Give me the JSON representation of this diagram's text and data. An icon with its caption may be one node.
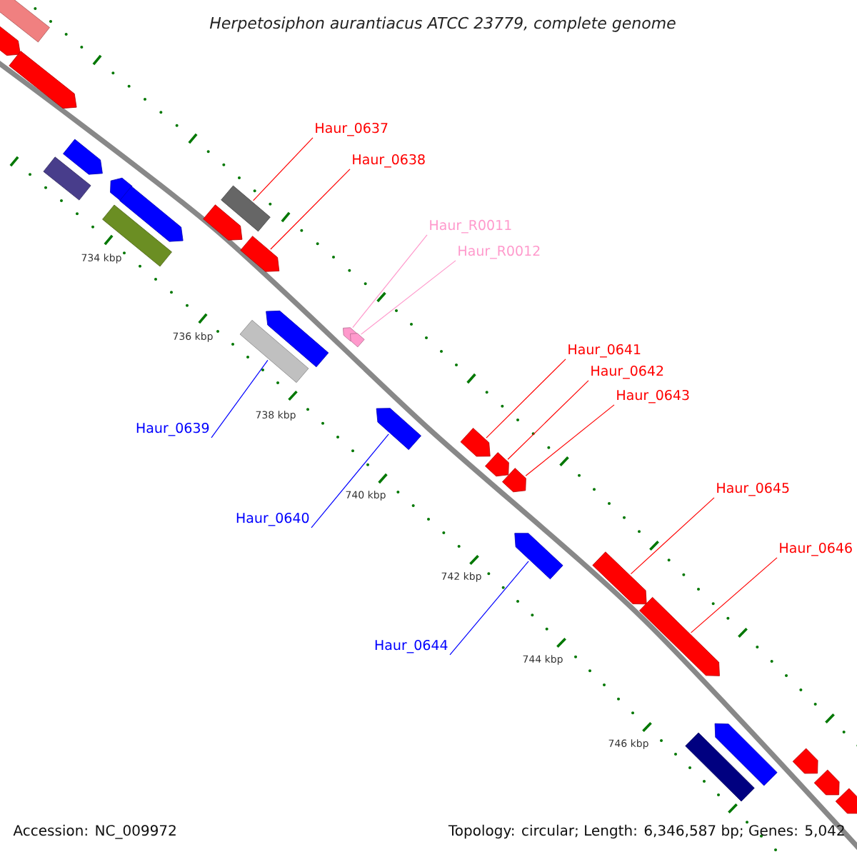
{
  "diagram": {
    "title": "Herpetosiphon aurantiacus ATCC 23779, complete genome",
    "nodes": [
      {
        "text": [
          "Haur_0637"
        ]
      },
      {
        "text": [
          "Haur_0638"
        ]
      },
      {
        "text": [
          "Haur_R0011"
        ]
      },
      {
        "text": [
          "Haur_R0012"
        ]
      },
      {
        "text": [
          "Haur_0639"
        ]
      },
      {
        "text": [
          "Haur_0640"
        ]
      },
      {
        "text": [
          "Haur_0641"
        ]
      },
      {
        "text": [
          "Haur_0642"
        ]
      },
      {
        "text": [
          "Haur_0643"
        ]
      },
      {
        "text": [
          "Haur_0644"
        ]
      },
      {
        "text": [
          "Haur_0645"
        ]
      },
      {
        "text": [
          "Haur_0646"
        ]
      },
      {
        "text": [],
        "shape": "box"
      },
      {
        "text": [],
        "shape": "arrow"
      },
      {
        "text": [],
        "shape": "arrow"
      },
      {
        "text": [],
        "shape": "arrow"
      },
      {
        "text": [],
        "shape": "box"
      },
      {
        "text": [],
        "shape": "arrow"
      },
      {
        "text": [],
        "shape": "arrow"
      },
      {
        "text": [],
        "shape": "arrow"
      },
      {
        "text": [],
        "shape": "arrow"
      },
      {
        "text": [],
        "shape": "arrow"
      },
      {
        "text": [],
        "shape": "arrow"
      },
      {
        "text": [],
        "shape": "arrow"
      },
      {
        "text": [],
        "shape": "box"
      },
      {
        "text": [],
        "shape": "arrow"
      },
      {
        "text": [],
        "shape": "arrow"
      },
      {
        "text": [],
        "shape": "box"
      },
      {
        "text": [],
        "shape": "arrow"
      },
      {
        "text": [],
        "shape": "arrow"
      },
      {
        "text": [],
        "shape": "arrow"
      },
      {
        "text": [],
        "shape": "box"
      },
      {
        "text": [],
        "shape": "arrow"
      },
      {
        "text": [],
        "shape": "arrow"
      },
      {
        "text": [],
        "shape": "arrow"
      },
      {
        "text": [],
        "shape": "box"
      },
      {
        "text": [],
        "shape": "arrow"
      },
      {
        "text": [],
        "shape": "arrow"
      },
      {
        "text": [],
        "shape": "arrow"
      }
    ],
    "edges": [
      {
        "from": 0,
        "to": 12,
        "arrow": "none"
      },
      {
        "from": 1,
        "to": 13,
        "arrow": "none"
      },
      {
        "from": 2,
        "to": 14,
        "arrow": "none",
        "color": "#ff99cc"
      },
      {
        "from": 3,
        "to": 15,
        "arrow": "none",
        "color": "#ff99cc"
      },
      {
        "from": 4,
        "to": 16,
        "arrow": "none",
        "color": "#0000ff"
      },
      {
        "from": 5,
        "to": 17,
        "arrow": "none",
        "color": "#0000ff"
      },
      {
        "from": 6,
        "to": 18,
        "arrow": "none"
      },
      {
        "from": 7,
        "to": 19,
        "arrow": "none"
      },
      {
        "from": 8,
        "to": 20,
        "arrow": "none"
      },
      {
        "from": 9,
        "to": 21,
        "arrow": "none",
        "color": "#0000ff"
      },
      {
        "from": 10,
        "to": 22,
        "arrow": "none"
      },
      {
        "from": 11,
        "to": 23,
        "arrow": "none"
      }
    ],
    "labels": [
      "734 kbp",
      "736 kbp",
      "738 kbp",
      "740 kbp",
      "742 kbp",
      "744 kbp",
      "746 kbp",
      "Accession: NC_009972",
      "Topology: circular; Length: 6,346,587 bp; Genes: 5,042"
    ]
  }
}
